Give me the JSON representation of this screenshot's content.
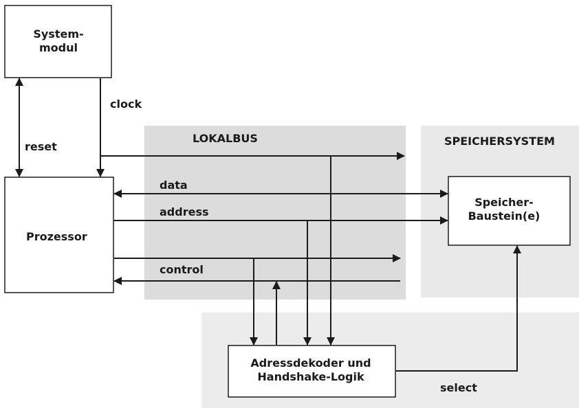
{
  "regions": {
    "lokalbus": "LOKALBUS",
    "speichersystem": "SPEICHERSYSTEM"
  },
  "blocks": {
    "systemmodul": [
      "System-",
      "modul"
    ],
    "prozessor": "Prozessor",
    "speicher": [
      "Speicher-",
      "Baustein(e)"
    ],
    "adressdekoder": [
      "Adressdekoder und",
      "Handshake-Logik"
    ]
  },
  "signals": {
    "clock": "clock",
    "reset": "reset",
    "data": "data",
    "address": "address",
    "control": "control",
    "select": "select"
  },
  "colors": {
    "line": "#1a1a1a",
    "region_lokalbus": "#dcdcdc",
    "region_speicher": "#e9e9e9",
    "region_lower": "#ececec",
    "box_fill": "#ffffff"
  }
}
